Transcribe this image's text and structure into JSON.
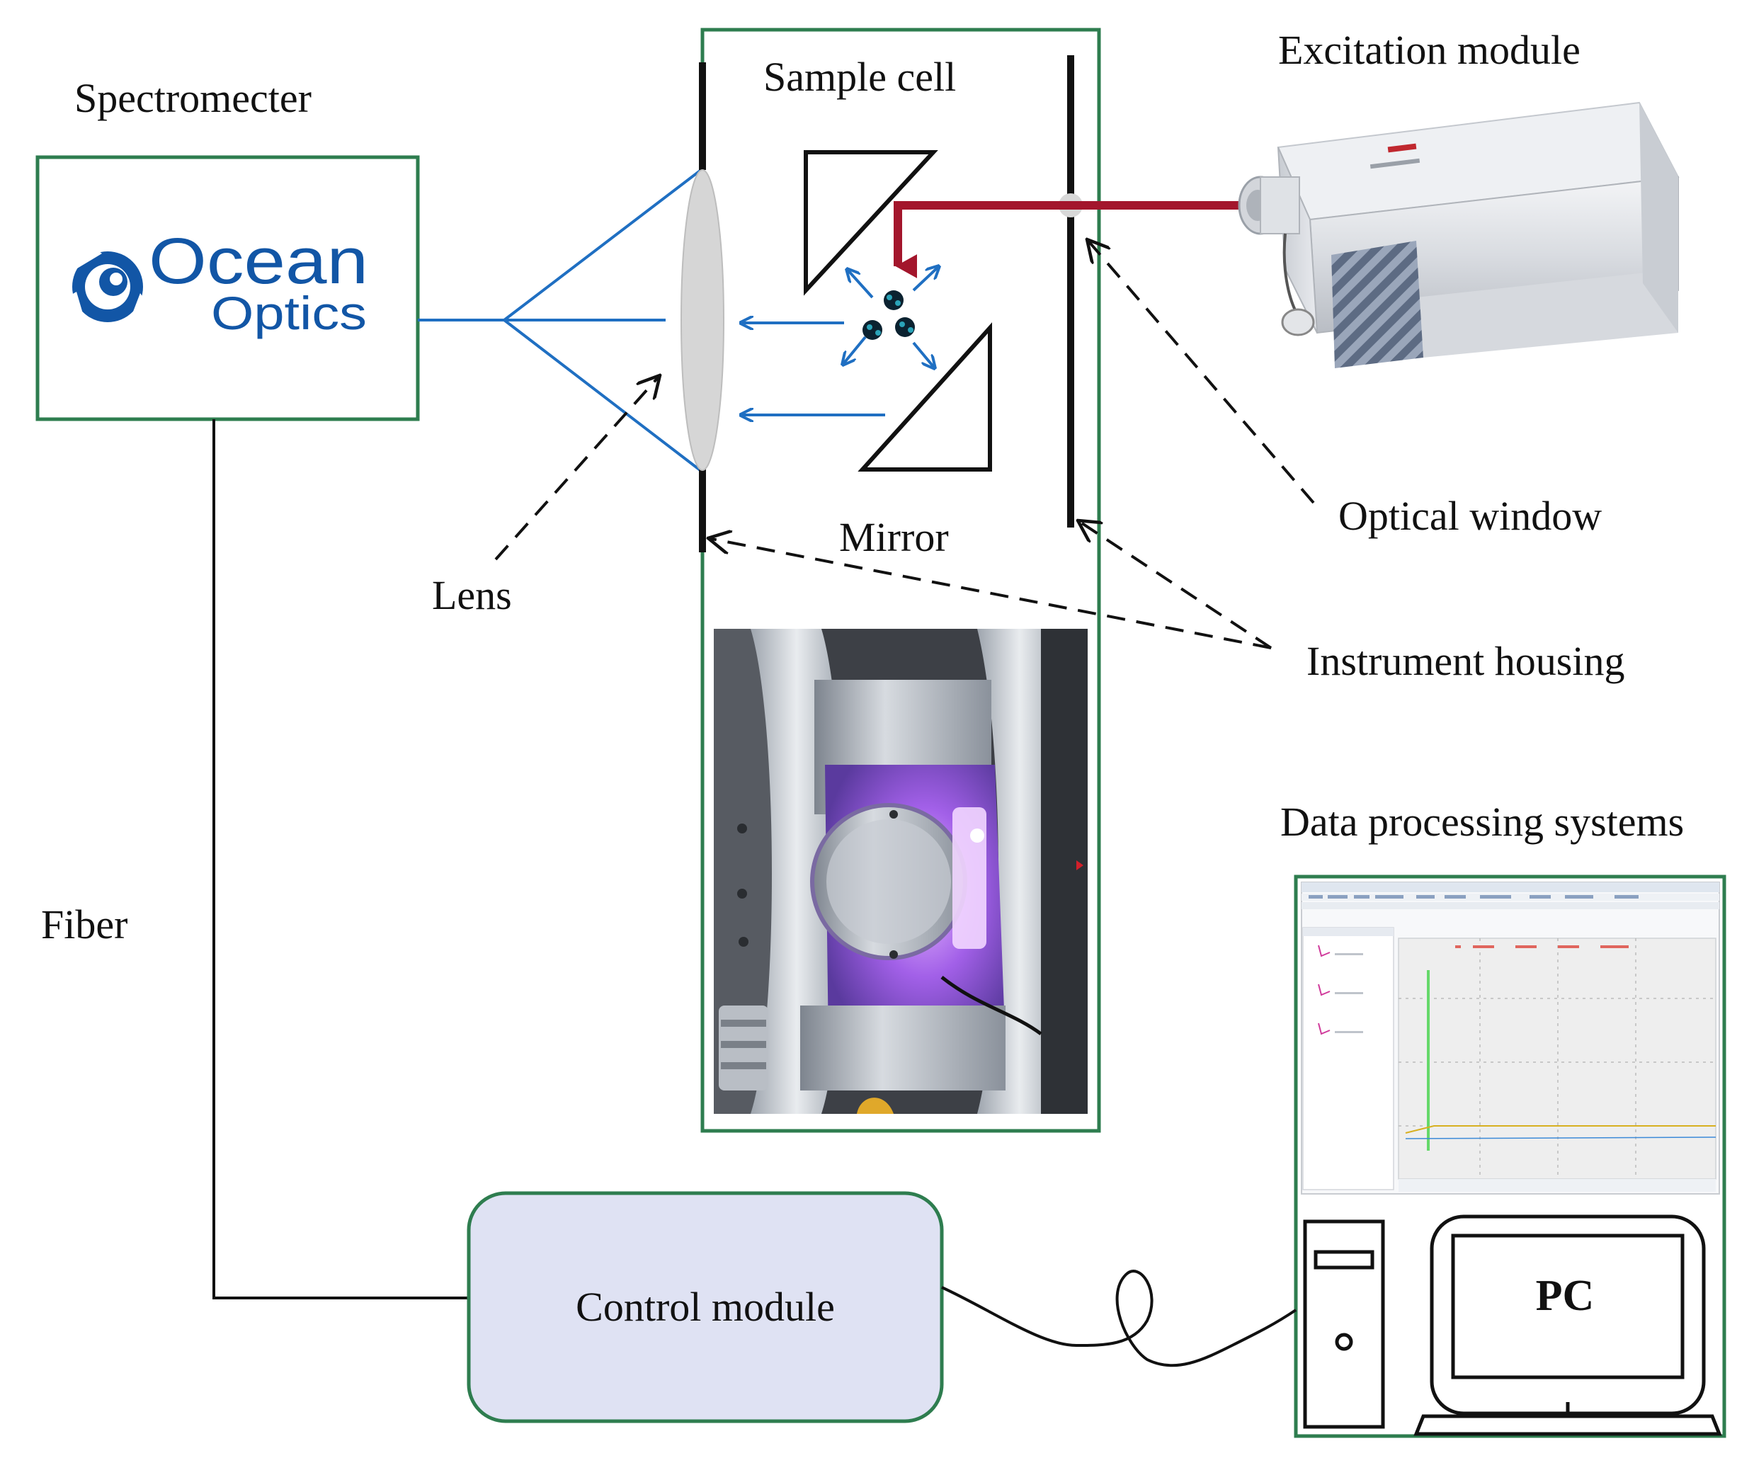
{
  "labels": {
    "spectrometer": "Spectromecter",
    "sample_cell": "Sample cell",
    "excitation_module": "Excitation module",
    "optical_window": "Optical window",
    "mirror": "Mirror",
    "lens": "Lens",
    "instrument_housing": "Instrument housing",
    "data_processing": "Data processing systems",
    "fiber": "Fiber",
    "control_module": "Control module",
    "pc": "PC"
  },
  "logo": {
    "line1": "Ocean",
    "line2": "Optics"
  },
  "colors": {
    "frame_green": "#2e7d4f",
    "beam_blue": "#1f6fc2",
    "laser_red": "#a3162c",
    "control_fill": "#dfe2f3",
    "logo_blue": "#1256a6"
  }
}
